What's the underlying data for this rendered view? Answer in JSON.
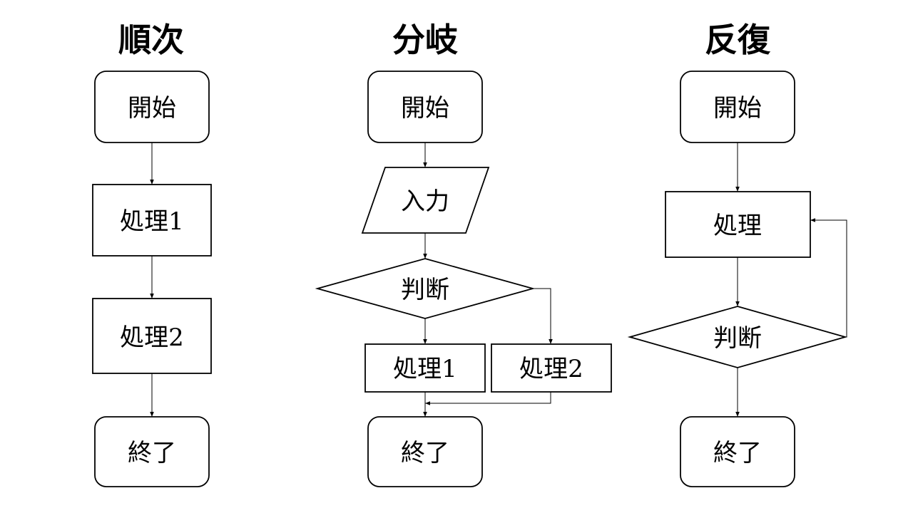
{
  "sequence": {
    "title": "順次",
    "start": "開始",
    "process1": "処理1",
    "process2": "処理2",
    "end": "終了"
  },
  "branch": {
    "title": "分岐",
    "start": "開始",
    "input": "入力",
    "decision": "判断",
    "process1": "処理1",
    "process2": "処理2",
    "end": "終了"
  },
  "loop": {
    "title": "反復",
    "start": "開始",
    "process": "処理",
    "decision": "判断",
    "end": "終了"
  }
}
